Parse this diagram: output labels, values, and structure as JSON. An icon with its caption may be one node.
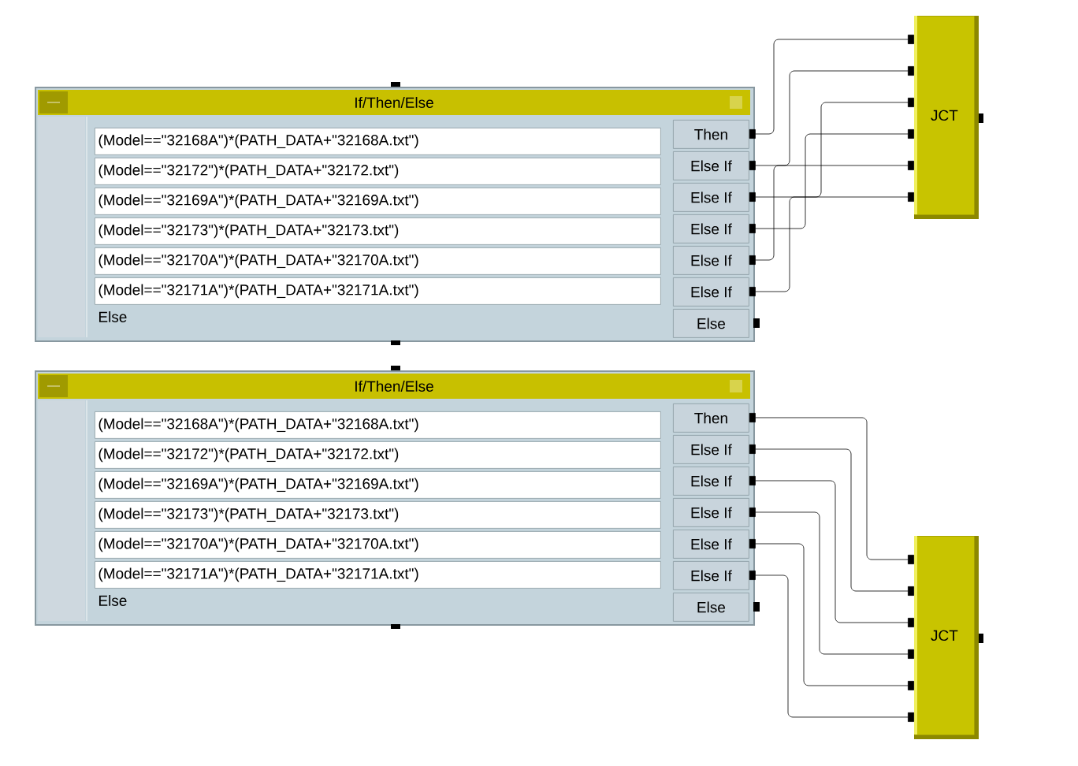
{
  "diagram": {
    "nodes": [
      {
        "text": [
          "If/Then/Else",
          "Else"
        ]
      },
      {
        "text": [
          "(Model==\"32168A\")*(PATH_DATA+\"32168A.txt\")"
        ],
        "in": 0
      },
      {
        "text": [
          "(Model==\"32172\")*(PATH_DATA+\"32172.txt\")"
        ],
        "in": 0
      },
      {
        "text": [
          "(Model==\"32169A\")*(PATH_DATA+\"32169A.txt\")"
        ],
        "in": 0
      },
      {
        "text": [
          "(Model==\"32173\")*(PATH_DATA+\"32173.txt\")"
        ],
        "in": 0
      },
      {
        "text": [
          "(Model==\"32170A\")*(PATH_DATA+\"32170A.txt\")"
        ],
        "in": 0
      },
      {
        "text": [
          "(Model==\"32171A\")*(PATH_DATA+\"32171A.txt\")"
        ],
        "in": 0
      },
      {
        "text": [
          "Then"
        ],
        "in": 0
      },
      {
        "text": [
          "Else If"
        ],
        "in": 0
      },
      {
        "text": [
          "Else If"
        ],
        "in": 0
      },
      {
        "text": [
          "Else If"
        ],
        "in": 0
      },
      {
        "text": [
          "Else If"
        ],
        "in": 0
      },
      {
        "text": [
          "Else If"
        ],
        "in": 0
      },
      {
        "text": [
          "Else"
        ],
        "in": 0
      },
      {
        "text": [
          "JCT"
        ]
      },
      {
        "text": [
          "If/Then/Else",
          "Else"
        ]
      },
      {
        "text": [
          "(Model==\"32168A\")*(PATH_DATA+\"32168A.txt\")"
        ],
        "in": 15
      },
      {
        "text": [
          "(Model==\"32172\")*(PATH_DATA+\"32172.txt\")"
        ],
        "in": 15
      },
      {
        "text": [
          "(Model==\"32169A\")*(PATH_DATA+\"32169A.txt\")"
        ],
        "in": 15
      },
      {
        "text": [
          "(Model==\"32173\")*(PATH_DATA+\"32173.txt\")"
        ],
        "in": 15
      },
      {
        "text": [
          "(Model==\"32170A\")*(PATH_DATA+\"32170A.txt\")"
        ],
        "in": 15
      },
      {
        "text": [
          "(Model==\"32171A\")*(PATH_DATA+\"32171A.txt\")"
        ],
        "in": 15
      },
      {
        "text": [
          "Then"
        ],
        "in": 15
      },
      {
        "text": [
          "Else If"
        ],
        "in": 15
      },
      {
        "text": [
          "Else If"
        ],
        "in": 15
      },
      {
        "text": [
          "Else If"
        ],
        "in": 15
      },
      {
        "text": [
          "Else If"
        ],
        "in": 15
      },
      {
        "text": [
          "Else If"
        ],
        "in": 15
      },
      {
        "text": [
          "Else"
        ],
        "in": 15
      },
      {
        "text": [
          "JCT"
        ]
      }
    ],
    "edges": [
      {
        "from": 7,
        "to": 14,
        "arrow": "other"
      },
      {
        "from": 8,
        "to": 14,
        "arrow": "other"
      },
      {
        "from": 9,
        "to": 14,
        "arrow": "other"
      },
      {
        "from": 10,
        "to": 14,
        "arrow": "other"
      },
      {
        "from": 11,
        "to": 14,
        "arrow": "other"
      },
      {
        "from": 12,
        "to": 14,
        "arrow": "other"
      },
      {
        "from": 22,
        "to": 29,
        "arrow": "other"
      },
      {
        "from": 23,
        "to": 29,
        "arrow": "other"
      },
      {
        "from": 24,
        "to": 29,
        "arrow": "other"
      },
      {
        "from": 25,
        "to": 29,
        "arrow": "other"
      },
      {
        "from": 26,
        "to": 29,
        "arrow": "other"
      },
      {
        "from": 27,
        "to": 29,
        "arrow": "other"
      }
    ]
  }
}
